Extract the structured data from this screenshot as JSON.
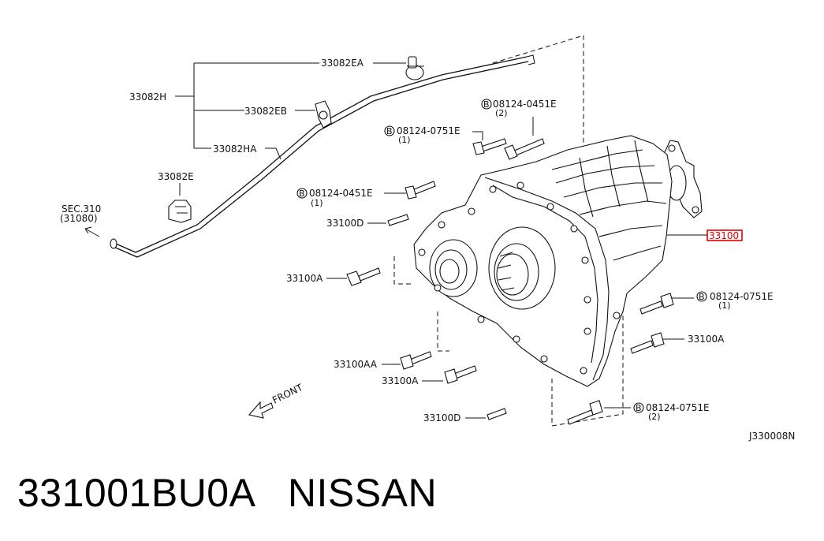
{
  "labels": {
    "hose_h": "33082H",
    "hose_ea": "33082EA",
    "hose_eb": "33082EB",
    "hose_ha": "33082HA",
    "clip_e": "33082E",
    "sec_ref": "SEC.310",
    "sec_ref_sub": "(31080)",
    "bolt_b_0451_top": "08124-0451E",
    "bolt_b_0451_top_qty": "(2)",
    "bolt_b_0751_top": "08124-0751E",
    "bolt_b_0751_top_qty": "(1)",
    "bolt_b_0451_mid": "08124-0451E",
    "bolt_b_0451_mid_qty": "(1)",
    "stud_d_top": "33100D",
    "bolt_a_left": "33100A",
    "transfer_assy": "33100",
    "bolt_b_0751_right": "08124-0751E",
    "bolt_b_0751_right_qty": "(1)",
    "bolt_a_right": "33100A",
    "bolt_aa": "33100AA",
    "bolt_a_bottom": "33100A",
    "stud_d_bottom": "33100D",
    "bolt_b_0751_bottom": "08124-0751E",
    "bolt_b_0751_bottom_qty": "(2)",
    "front": "FRONT",
    "b_symbol": "B",
    "diagram_code": "J330008N"
  },
  "caption": {
    "part_number": "331001BU0A",
    "brand": "NISSAN"
  },
  "colors": {
    "line": "#111111",
    "highlight": "#e00000",
    "background": "#ffffff"
  }
}
